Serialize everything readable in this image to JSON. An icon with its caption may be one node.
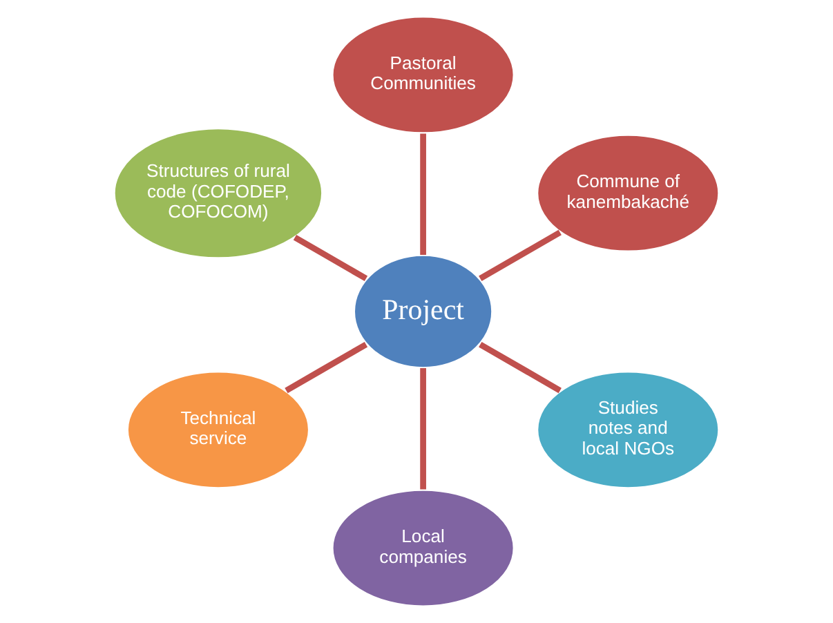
{
  "diagram": {
    "nodes": [
      {
        "text": [
          "Commune of kanembakaché"
        ]
      },
      {
        "text": [
          "Pastoral Communities"
        ]
      },
      {
        "text": [
          "Structures of rural code (COFODEP, COFOCOM)"
        ]
      },
      {
        "text": [
          "Project"
        ]
      },
      {
        "text": [
          "Technical service"
        ]
      },
      {
        "text": [
          "Local companies"
        ]
      },
      {
        "text": [
          "Studies notes and local NGOs"
        ]
      }
    ],
    "edges": [
      {
        "from": 3,
        "to": 0,
        "arrow": "none"
      },
      {
        "from": 3,
        "to": 2,
        "arrow": "none"
      },
      {
        "from": 3,
        "to": 5,
        "arrow": "none"
      },
      {
        "from": 3,
        "to": 6,
        "arrow": "none"
      },
      {
        "from": 3,
        "to": 4,
        "arrow": "none"
      },
      {
        "from": 3,
        "to": 1,
        "arrow": "none"
      }
    ]
  }
}
